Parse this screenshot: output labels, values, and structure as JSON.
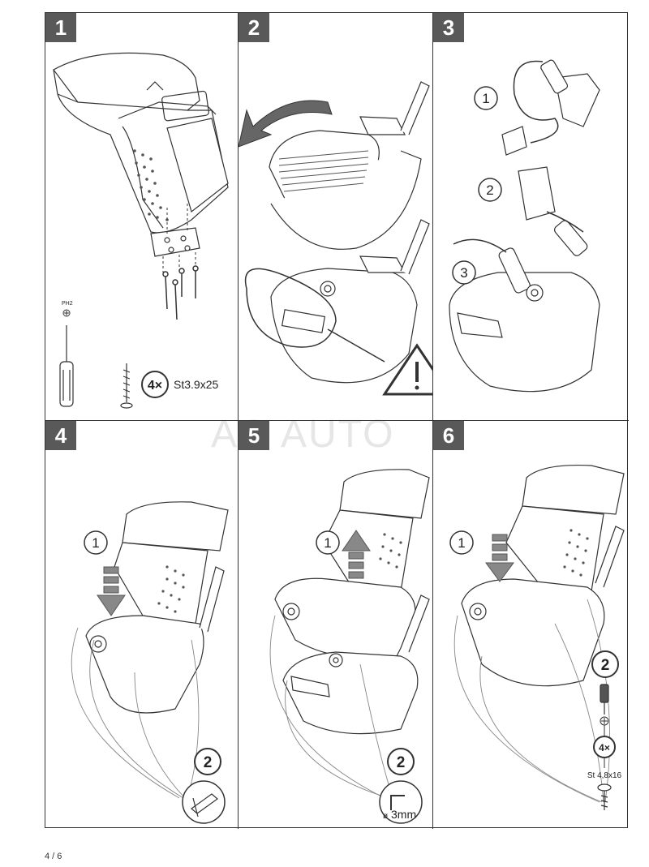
{
  "panels": [
    {
      "number": "1"
    },
    {
      "number": "2"
    },
    {
      "number": "3"
    },
    {
      "number": "4"
    },
    {
      "number": "5"
    },
    {
      "number": "6"
    }
  ],
  "step1": {
    "tool_label": "PH2",
    "screw_count": "4×",
    "screw_spec": "St3.9x25"
  },
  "step3": {
    "callouts": [
      "1",
      "2",
      "3"
    ]
  },
  "step4": {
    "callouts": [
      "1",
      "2"
    ]
  },
  "step5": {
    "callouts": [
      "1",
      "2"
    ],
    "wrench_size": "3mm",
    "diameter_symbol": "ø"
  },
  "step6": {
    "callouts": [
      "1",
      "2"
    ],
    "screw_count": "4×",
    "screw_spec": "St 4,8x16"
  },
  "watermark": "AG AUTO",
  "page_number": "4 / 6"
}
